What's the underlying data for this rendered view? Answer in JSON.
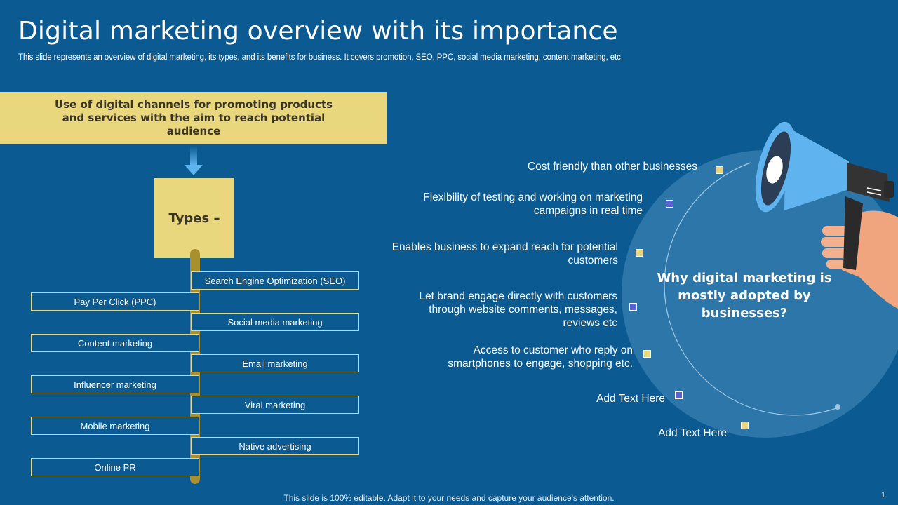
{
  "slide": {
    "title": "Digital marketing overview with its importance",
    "subtitle": "This slide represents an overview of digital marketing, its types, and its benefits for business. It covers promotion, SEO, PPC,  social media marketing, content marketing, etc.",
    "definition": "Use of digital channels for promoting products and services with the aim to reach potential audience",
    "types_label": "Types –",
    "types": [
      "Search Engine Optimization (SEO)",
      "Pay Per Click (PPC)",
      "Social media marketing",
      "Content marketing",
      "Email marketing",
      "Influencer  marketing",
      "Viral marketing",
      "Mobile marketing",
      "Native advertising",
      "Online PR"
    ],
    "why_heading": "Why digital marketing is mostly adopted by businesses?",
    "benefits": [
      "Cost friendly  than  other businesses",
      "Flexibility of testing and working on marketing campaigns in real time",
      "Enables business to expand reach for potential customers",
      "Let brand engage directly with customers through website comments, messages, reviews etc",
      "Access to customer who reply on smartphones to engage, shopping etc.",
      "Add Text Here",
      "Add Text Here"
    ],
    "footer": "This slide is 100% editable. Adapt it to your needs and capture your audience's attention.",
    "page_number": "1"
  },
  "colors": {
    "background": "#0b5a91",
    "accent_yellow": "#e8d77c",
    "circle": "#2d76a9",
    "marker_blue": "#5a62d8",
    "spine": "#a8902f"
  },
  "icons": [
    "down-arrow-icon",
    "megaphone-icon",
    "hand-icon"
  ]
}
